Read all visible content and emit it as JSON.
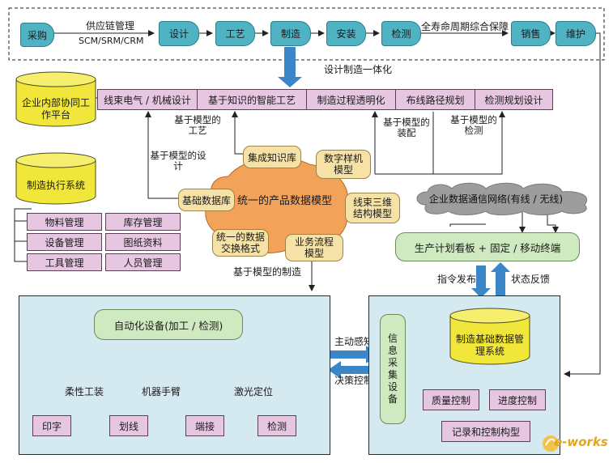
{
  "supply_chain": {
    "purchase": "采购",
    "supply_chain_mgmt": "供应链管理",
    "systems": "SCM/SRM/CRM",
    "design": "设计",
    "process": "工艺",
    "manufacturing": "制造",
    "install": "安装",
    "inspection": "检测",
    "lifecycle": "全寿命周期综合保障",
    "sales": "销售",
    "maintenance": "维护"
  },
  "integration_label": "设计制造一体化",
  "enterprise_platform": "企业内部协同工作平台",
  "design_bar": [
    "线束电气 / 机械设计",
    "基于知识的智能工艺",
    "制造过程透明化",
    "布线路径规划",
    "检测规划设计"
  ],
  "annotations": {
    "model_process": "基于模型的工艺",
    "model_design": "基于模型的设计",
    "model_assembly": "基于模型的装配",
    "model_inspection": "基于模型的检测",
    "model_manufacturing": "基于模型的制造"
  },
  "mes": {
    "title": "制造执行系统",
    "items": [
      "物料管理",
      "库存管理",
      "设备管理",
      "图纸资料",
      "工具管理",
      "人员管理"
    ]
  },
  "pdm": {
    "center": "统一的产品数据模型",
    "bubbles": {
      "knowledge": "集成知识库",
      "digital_proto": "数字样机模型",
      "basic_db": "基础数据库",
      "harness": "线束三维结构模型",
      "exchange": "统一的数据交换格式",
      "workflow": "业务流程模型"
    }
  },
  "network": "企业数据通信网络(有线 / 无线)",
  "kanban": "生产计划看板 + 固定 / 移动终端",
  "cmd_release": "指令发布",
  "status_feedback": "状态反馈",
  "automation": {
    "title": "自动化设备(加工 / 检测)",
    "flexible": "柔性工装",
    "robot": "机器手臂",
    "laser": "激光定位",
    "ops": [
      "印字",
      "划线",
      "端接",
      "检测"
    ]
  },
  "active_sense": "主动感知",
  "decision": "决策控制",
  "collector": "信息采集设备",
  "mfg_db": "制造基础数据管理系统",
  "quality": "质量控制",
  "progress": "进度控制",
  "record": "记录和控制构型",
  "watermark": "e-works"
}
